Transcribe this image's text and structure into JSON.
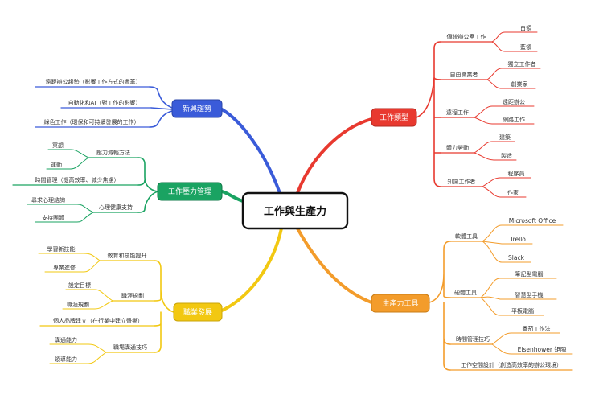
{
  "root": {
    "label": "工作與生產力"
  },
  "colors": {
    "red": "#e8392f",
    "orange": "#f39c2b",
    "yellow": "#f2c811",
    "green": "#1aa362",
    "blue": "#3a5bd9",
    "root_border": "#111111"
  },
  "branches": {
    "work_types": {
      "label": "工作類型",
      "color": "#e8392f",
      "items": [
        {
          "label": "傳統辦公室工作",
          "children": [
            "白領",
            "藍領"
          ]
        },
        {
          "label": "自由職業者",
          "children": [
            "獨立工作者",
            "創業家"
          ]
        },
        {
          "label": "遠程工作",
          "children": [
            "遠距辦公",
            "網路工作"
          ]
        },
        {
          "label": "體力勞動",
          "children": [
            "建築",
            "製造"
          ]
        },
        {
          "label": "知識工作者",
          "children": [
            "程序員",
            "作家"
          ]
        }
      ]
    },
    "tools": {
      "label": "生產力工具",
      "color": "#f39c2b",
      "items": [
        {
          "label": "軟體工具",
          "children": [
            "Microsoft Office",
            "Trello",
            "Slack"
          ]
        },
        {
          "label": "硬體工具",
          "children": [
            "筆記型電腦",
            "智慧型手機",
            "平板電腦"
          ]
        },
        {
          "label": "時間管理技巧",
          "children": [
            "番茄工作法",
            "Eisenhower 矩陣"
          ]
        },
        {
          "label": "工作空間設計（創造高效率的辦公環境）",
          "children": []
        }
      ]
    },
    "career": {
      "label": "職業發展",
      "color": "#f2c811",
      "items": [
        {
          "label": "教育和技能提升",
          "children": [
            "學習新技能",
            "專業進修"
          ]
        },
        {
          "label": "職涯規劃",
          "children": [
            "設定目標",
            "職涯規劃"
          ]
        },
        {
          "label": "個人品牌建立（在行業中建立聲譽）",
          "children": []
        },
        {
          "label": "職場溝通技巧",
          "children": [
            "溝通能力",
            "領導能力"
          ]
        }
      ]
    },
    "stress": {
      "label": "工作壓力管理",
      "color": "#1aa362",
      "items": [
        {
          "label": "壓力減輕方法",
          "children": [
            "冥想",
            "運動"
          ]
        },
        {
          "label": "時間管理（提高效率、減少焦慮）",
          "children": []
        },
        {
          "label": "心理健康支持",
          "children": [
            "尋求心理諮詢",
            "支持團體"
          ]
        }
      ]
    },
    "trends": {
      "label": "新興趨勢",
      "color": "#3a5bd9",
      "items": [
        {
          "label": "遠距辦公趨勢（影響工作方式的變革）",
          "children": []
        },
        {
          "label": "自動化和AI（對工作的影響）",
          "children": []
        },
        {
          "label": "綠色工作（環保和可持續發展的工作）",
          "children": []
        }
      ]
    }
  }
}
